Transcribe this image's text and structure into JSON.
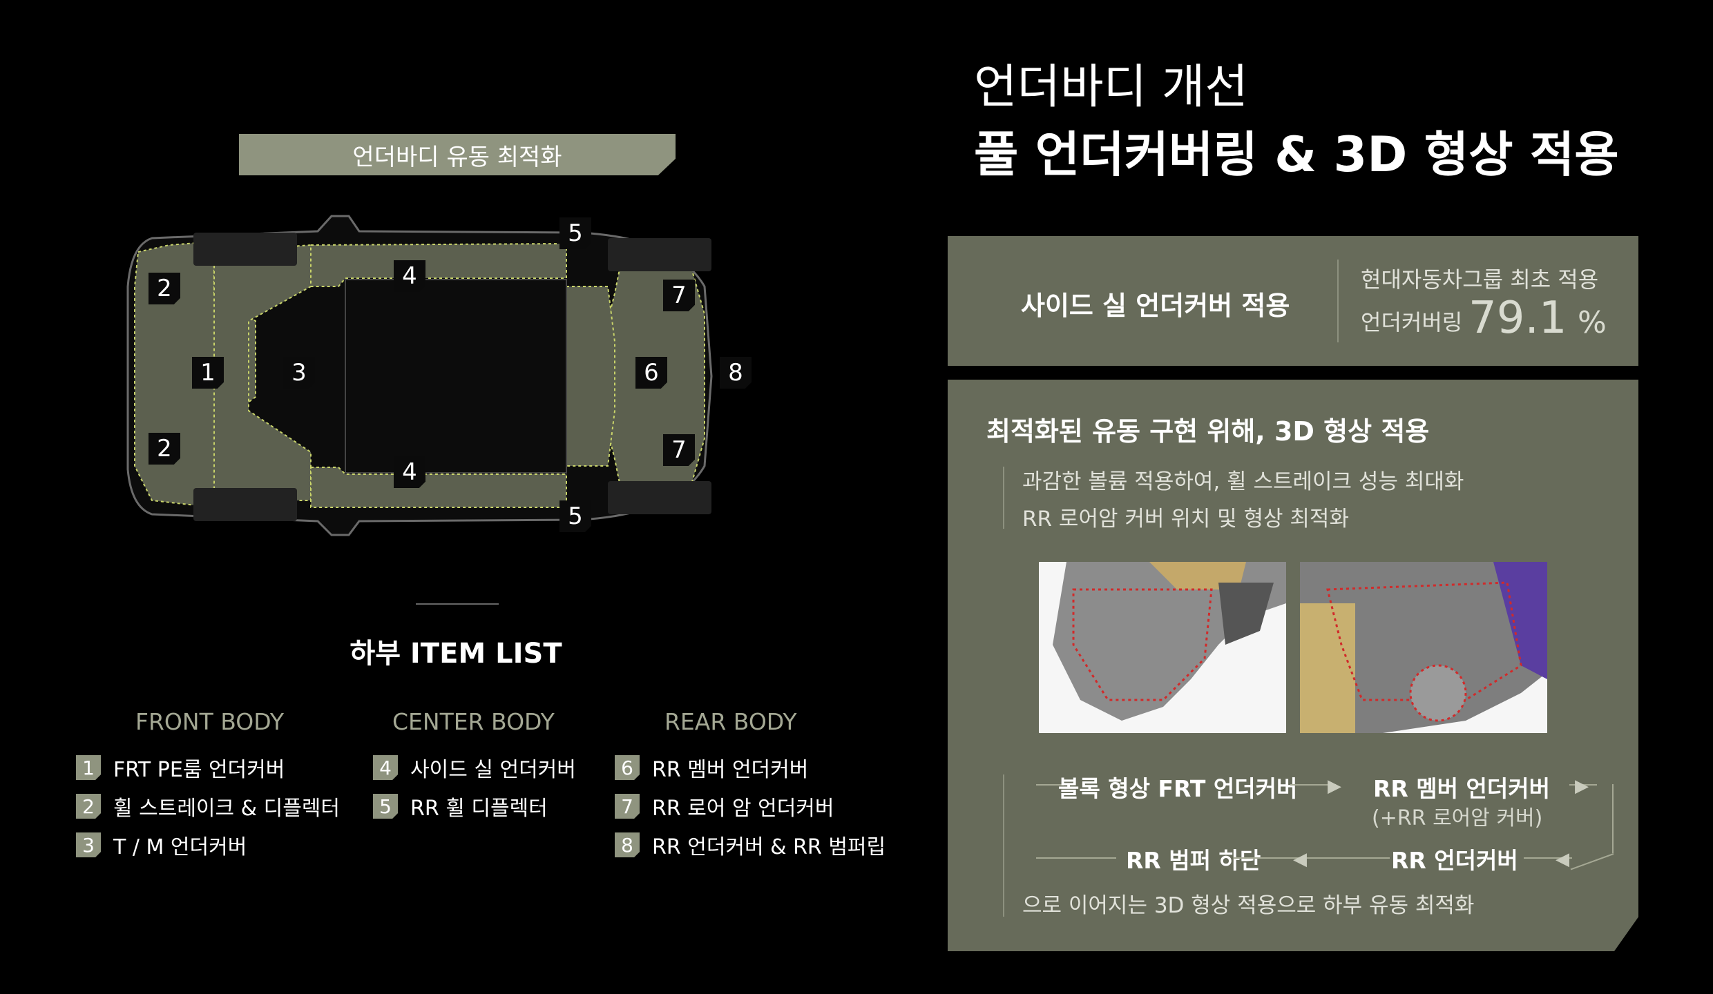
{
  "left": {
    "tag": "언더바디 유동 최적화",
    "car_numbers": [
      "2",
      "1",
      "2",
      "3",
      "4",
      "4",
      "5",
      "5",
      "6",
      "7",
      "7",
      "8"
    ],
    "list_title": "하부 ITEM LIST",
    "columns": [
      {
        "heading": "FRONT BODY",
        "items": [
          {
            "n": "1",
            "label": "FRT PE룸 언더커버"
          },
          {
            "n": "2",
            "label": "휠 스트레이크 & 디플렉터"
          },
          {
            "n": "3",
            "label": "T / M 언더커버"
          }
        ]
      },
      {
        "heading": "CENTER BODY",
        "items": [
          {
            "n": "4",
            "label": "사이드 실 언더커버"
          },
          {
            "n": "5",
            "label": "RR 휠 디플렉터"
          }
        ]
      },
      {
        "heading": "REAR BODY",
        "items": [
          {
            "n": "6",
            "label": "RR 멤버 언더커버"
          },
          {
            "n": "7",
            "label": "RR 로어 암 언더커버"
          },
          {
            "n": "8",
            "label": "RR 언더커버 & RR 범퍼립"
          }
        ]
      }
    ]
  },
  "right": {
    "title1": "언더바디 개선",
    "title2": "풀 언더커버링 & 3D 형상 적용",
    "box1": {
      "main": "사이드 실 언더커버 적용",
      "sub1": "현대자동차그룹 최초 적용",
      "sub2": "언더커버링",
      "pct": "79.1",
      "pct_unit": "%"
    },
    "box2": {
      "heading": "최적화된 유동 구현 위해, 3D 형상 적용",
      "desc1": "과감한 볼륨 적용하여, 휠 스트레이크 성능 최대화",
      "desc2": "RR 로어암 커버 위치 및 형상 최적화",
      "flow1": "볼록 형상 FRT 언더커버",
      "flow2": "RR 멤버 언더커버",
      "flow2_sub": "(+RR 로어암 커버)",
      "flow3": "RR 범퍼 하단",
      "flow4": "RR 언더커버",
      "footer": "으로 이어지는 3D 형상 적용으로 하부 유동 최적화"
    }
  },
  "colors": {
    "accent": "#8f947f",
    "panel": "#676b5a",
    "cover": "#5c604f",
    "dotted": "#c9d46a"
  }
}
